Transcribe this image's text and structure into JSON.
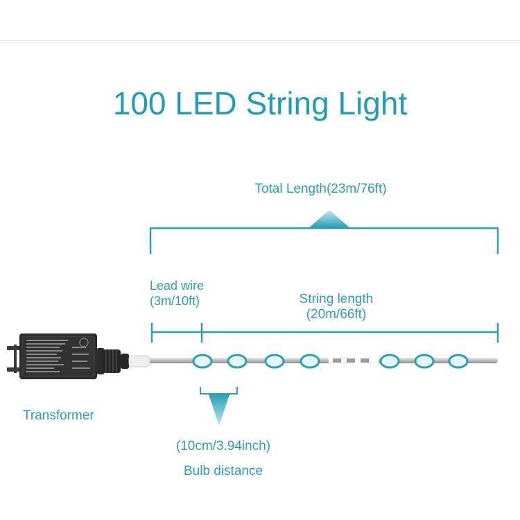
{
  "title": "100 LED String Light",
  "total_length": {
    "label": "Total Length(23m/76ft)"
  },
  "lead_wire": {
    "label_line1": "Lead wire",
    "label_line2": "(3m/10ft)"
  },
  "string_length": {
    "label_line1": "String length",
    "label_line2": "(20m/66ft)"
  },
  "transformer": {
    "label": "Transformer"
  },
  "bulb_distance": {
    "value": "(10cm/3.94inch)",
    "label": "Bulb distance"
  },
  "colors": {
    "accent": "#2aa0b5",
    "bulb_fill": "#e3f7fb",
    "wire": "#c9c9c9",
    "transformer_body": "#2b2b2b"
  },
  "icons": {
    "transformer": "power-adapter-icon",
    "plug": "plug-prongs-icon",
    "bulb": "led-bulb-icon"
  }
}
